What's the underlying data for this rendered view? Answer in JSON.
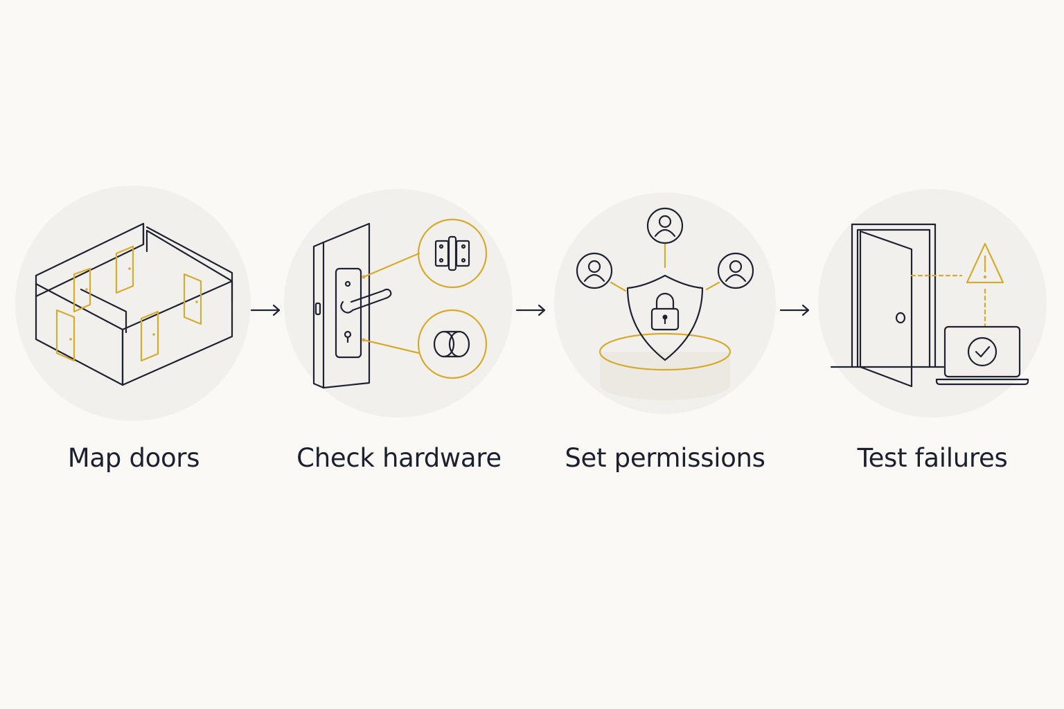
{
  "steps": [
    {
      "label": "Map doors",
      "icon": "floorplan-doors-icon"
    },
    {
      "label": "Check hardware",
      "icon": "door-hardware-icon"
    },
    {
      "label": "Set permissions",
      "icon": "shield-lock-users-icon"
    },
    {
      "label": "Test failures",
      "icon": "door-warning-laptop-icon"
    }
  ],
  "connector_icon": "arrow-right-icon",
  "colors": {
    "background": "#faf9f6",
    "circle": "#f2f0ec",
    "ink": "#1e2130",
    "accent": "#d6aa2c"
  }
}
